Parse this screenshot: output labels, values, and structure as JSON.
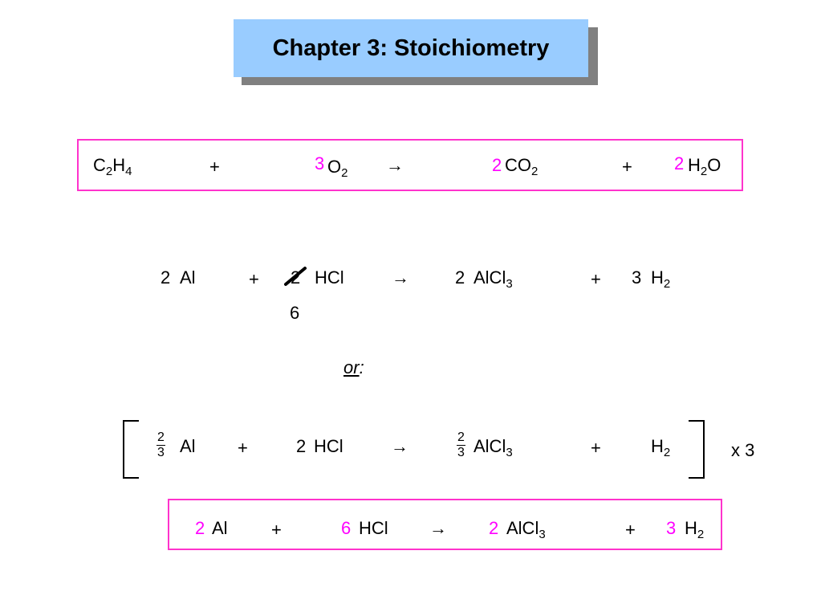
{
  "title": "Chapter 3: Stoichiometry",
  "colors": {
    "highlight": "#ff00ff",
    "box_border": "#ff33cc",
    "title_bg": "#99ccff",
    "title_shadow": "#808080"
  },
  "eq1": {
    "c2h4": [
      "C",
      "2",
      "H",
      "4"
    ],
    "plus1": "+",
    "coef_o2": "3",
    "o2": [
      "O",
      "2"
    ],
    "arrow": "→",
    "coef_co2": "2",
    "co2": [
      "CO",
      "2"
    ],
    "plus2": "+",
    "coef_h2o": "2",
    "h2o": [
      "H",
      "2",
      "O"
    ]
  },
  "eq2": {
    "coef_al": "2",
    "al": "Al",
    "plus1": "+",
    "coef_hcl_old": "2",
    "hcl": "HCl",
    "coef_hcl_new": "6",
    "arrow": "→",
    "coef_alcl3": "2",
    "alcl3": [
      "AlCl",
      "3"
    ],
    "plus2": "+",
    "coef_h2": "3",
    "h2": [
      "H",
      "2"
    ]
  },
  "or_label": "or",
  "or_colon": ":",
  "eq3": {
    "frac_al": {
      "num": "2",
      "den": "3"
    },
    "al": "Al",
    "plus1": "+",
    "coef_hcl": "2",
    "hcl": "HCl",
    "arrow": "→",
    "frac_alcl3": {
      "num": "2",
      "den": "3"
    },
    "alcl3": [
      "AlCl",
      "3"
    ],
    "plus2": "+",
    "h2": [
      "H",
      "2"
    ],
    "multiplier": "x 3"
  },
  "eq4": {
    "coef_al": "2",
    "al": "Al",
    "plus1": "+",
    "coef_hcl": "6",
    "hcl": "HCl",
    "arrow": "→",
    "coef_alcl3": "2",
    "alcl3": [
      "AlCl",
      "3"
    ],
    "plus2": "+",
    "coef_h2": "3",
    "h2": [
      "H",
      "2"
    ]
  }
}
